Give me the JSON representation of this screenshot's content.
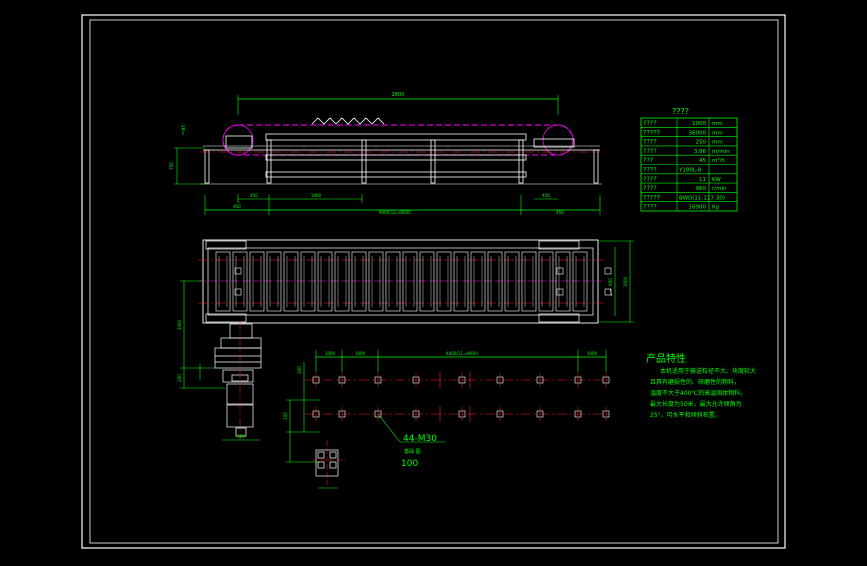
{
  "colors": {
    "background": "#000000",
    "border": "#ffffff",
    "green": "#00ff00",
    "cyan": "#00ffff",
    "red": "#ff2020",
    "magenta": "#ff00ff",
    "white": "#ffffff"
  },
  "top_view": {
    "dim_overall": "2800",
    "dim_left": "450",
    "dim_mid": "1000",
    "dim_total": "9000(12=6000)",
    "dim_right": "450",
    "dim_height": "750",
    "dim_small": "25"
  },
  "plan_view": {
    "dim_width": "1000",
    "dim_inner": "950",
    "dim_left_a": "1000",
    "dim_left_b": "250",
    "dim_motor": "600"
  },
  "foundation": {
    "dim_top": "4400(11=4000)",
    "dim_left": "1000",
    "dim_mid": "1000",
    "dim_right": "1000",
    "dim_side": "200",
    "bolts_label": "44-M30",
    "sub_label": "基础 图",
    "scale_label": "100"
  },
  "spec_table": {
    "title": "????",
    "rows": [
      {
        "name": "????",
        "value": "1000",
        "unit": "mm"
      },
      {
        "name": "?????",
        "value": "36000",
        "unit": "mm"
      },
      {
        "name": "????",
        "value": "250",
        "unit": "mm"
      },
      {
        "name": "????",
        "value": "3.86",
        "unit": "m/min"
      },
      {
        "name": "???",
        "value": "45",
        "unit": "m³/h"
      },
      {
        "name": "????",
        "value": "Y180L-8",
        "unit": ""
      },
      {
        "name": "????",
        "value": "11",
        "unit": "KW"
      },
      {
        "name": "????",
        "value": "960",
        "unit": "r/min"
      },
      {
        "name": "?????",
        "value": "BWD(11-117-30)",
        "unit": ""
      },
      {
        "name": "????",
        "value": "16900",
        "unit": "Kg"
      }
    ]
  },
  "features": {
    "title": "产品特性",
    "lines": [
      "本机适用于输送粒径不大、块度较大",
      "且具有磨损性的、研磨性的物料，",
      "温度不大于400℃的高温固体物料，",
      "最大长度为50米，最大允许倾角为",
      "25°，可水平和倾斜布置。"
    ]
  }
}
